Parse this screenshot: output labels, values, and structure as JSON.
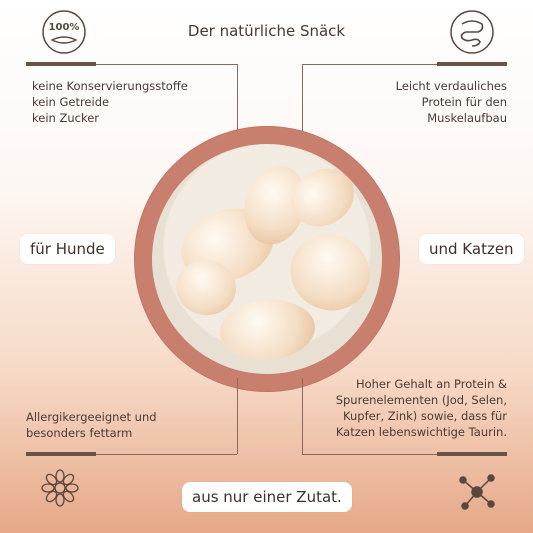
{
  "title": "Der natürliche Snäck",
  "icons": {
    "top_left": "100-percent-badge-icon",
    "top_right": "digestion-intestine-icon",
    "bottom_left": "flower-icon",
    "bottom_right": "molecule-icon",
    "badge_text": "100%"
  },
  "features": {
    "top_left": [
      "keine Konservierungsstoffe",
      "kein Getreide",
      "kein Zucker"
    ],
    "top_right": [
      "Leicht verdauliches",
      "Protein für den",
      "Muskelaufbau"
    ],
    "bottom_left": [
      "Allergikergeeignet und",
      "besonders fettarm"
    ],
    "bottom_right": [
      "Hoher Gehalt an Protein &",
      "Spurenelementen (Jod, Selen,",
      "Kupfer, Zink) sowie, dass für",
      "Katzen lebenswichtige Taurin."
    ]
  },
  "pills": {
    "left": "für Hunde",
    "right": "und Katzen",
    "bottom": "aus nur einer Zutat."
  },
  "colors": {
    "accent": "#6b5246",
    "bowl": "#c97f6e"
  }
}
